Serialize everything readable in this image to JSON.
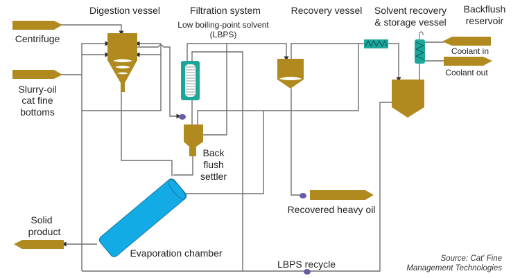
{
  "colors": {
    "vessel": "#B08A1E",
    "filter": "#1BA89A",
    "evaporator": "#12ABE6",
    "pump": "#6A5AA8",
    "line": "#6e6e6e"
  },
  "labels": {
    "digestion_vessel": "Digestion vessel",
    "filtration_system": "Filtration system",
    "lbps_line1": "Low boiling-point solvent",
    "lbps_line2": "(LBPS)",
    "recovery_vessel": "Recovery vessel",
    "solvent_recovery_line1": "Solvent recovery",
    "solvent_recovery_line2": "& storage vessel",
    "backflush_reservoir_line1": "Backflush",
    "backflush_reservoir_line2": "reservoir",
    "centrifuge": "Centrifuge",
    "slurry_line1": "Slurry-oil",
    "slurry_line2": "cat fine",
    "slurry_line3": "bottoms",
    "settler_line1": "Back",
    "settler_line2": "flush",
    "settler_line3": "settler",
    "evaporation_chamber": "Evaporation chamber",
    "recovered_heavy_oil": "Recovered heavy oil",
    "solid_product_line1": "Solid",
    "solid_product_line2": "product",
    "lbps_recycle": "LBPS recycle",
    "coolant_in": "Coolant in",
    "coolant_out": "Coolant out",
    "source_line1": "Source: Cat' Fine",
    "source_line2": "Management Technologies"
  }
}
